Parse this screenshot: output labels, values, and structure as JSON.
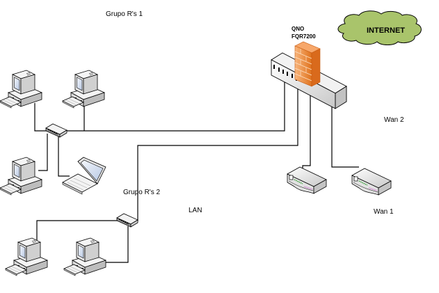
{
  "diagram": {
    "title": "Network topology",
    "labels": {
      "group1": "Grupo R's 1",
      "group2": "Grupo R's 2",
      "lan": "LAN",
      "wan1": "Wan 1",
      "wan2": "Wan 2",
      "internet": "INTERNET",
      "firewall_line1": "QNO",
      "firewall_line2": "FQR7200"
    },
    "nodes": [
      {
        "id": "pc1",
        "type": "desktop",
        "group": "Grupo R's 1"
      },
      {
        "id": "pc2",
        "type": "desktop",
        "group": "Grupo R's 1"
      },
      {
        "id": "pc3",
        "type": "desktop",
        "group": "Grupo R's 1"
      },
      {
        "id": "laptop1",
        "type": "laptop",
        "group": "Grupo R's 1"
      },
      {
        "id": "hub1",
        "type": "hub",
        "group": "Grupo R's 1"
      },
      {
        "id": "pc4",
        "type": "desktop",
        "group": "Grupo R's 2"
      },
      {
        "id": "pc5",
        "type": "desktop",
        "group": "Grupo R's 2"
      },
      {
        "id": "hub2",
        "type": "hub",
        "group": "Grupo R's 2"
      },
      {
        "id": "router",
        "type": "firewall-router",
        "label": "QNO FQR7200"
      },
      {
        "id": "modem-wan2",
        "type": "modem",
        "label": "Wan 2"
      },
      {
        "id": "modem-wan1",
        "type": "modem",
        "label": "Wan 1"
      },
      {
        "id": "internet",
        "type": "cloud",
        "label": "INTERNET"
      }
    ],
    "links": [
      [
        "pc1",
        "hub1"
      ],
      [
        "pc2",
        "hub1"
      ],
      [
        "pc3",
        "hub1"
      ],
      [
        "laptop1",
        "hub1"
      ],
      [
        "hub1",
        "router"
      ],
      [
        "hub2",
        "router"
      ],
      [
        "pc4",
        "hub2"
      ],
      [
        "pc5",
        "hub2"
      ],
      [
        "router",
        "modem-wan2"
      ],
      [
        "router",
        "modem-wan1"
      ]
    ],
    "colors": {
      "cloud": "#a9c46b",
      "firewall": "#f39449",
      "screen": "#dde6f5",
      "device": "#e6e6e6"
    }
  }
}
